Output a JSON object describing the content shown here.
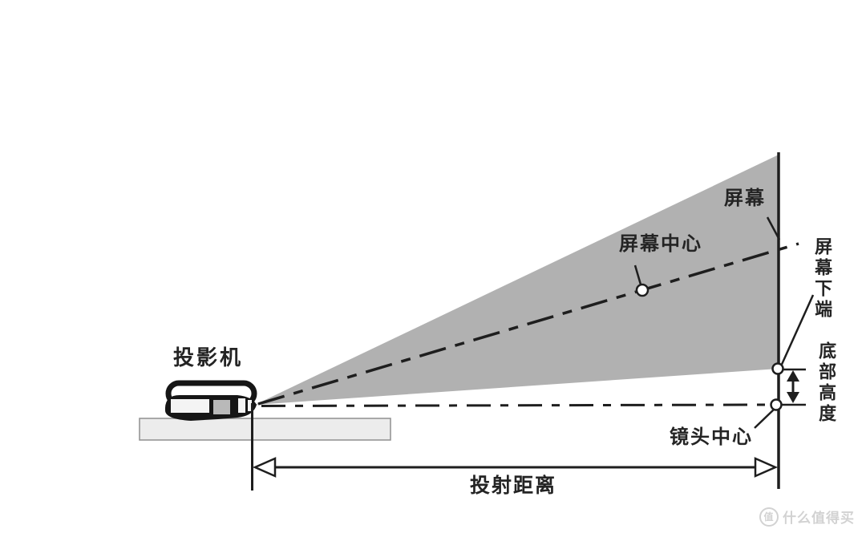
{
  "canvas": {
    "width": "1080",
    "height": "670",
    "background": "#ffffff"
  },
  "labels": {
    "projector": "投影机",
    "screen": "屏幕",
    "screen_center": "屏幕中心",
    "screen_bottom_edge": "屏幕下端",
    "bottom_height": "底部高度",
    "lens_center": "镜头中心",
    "throw_distance": "投射距离"
  },
  "colors": {
    "beam_fill": "#b1b1b1",
    "line": "#1e1e1e",
    "table_fill": "#ececec",
    "table_border": "#8f8f8f",
    "label_text": "#242424",
    "lens_inner": "#b9b9b9",
    "watermark": "#d2d2d2"
  },
  "watermark": {
    "logo_char": "值",
    "brand_text": "什么值得买"
  }
}
